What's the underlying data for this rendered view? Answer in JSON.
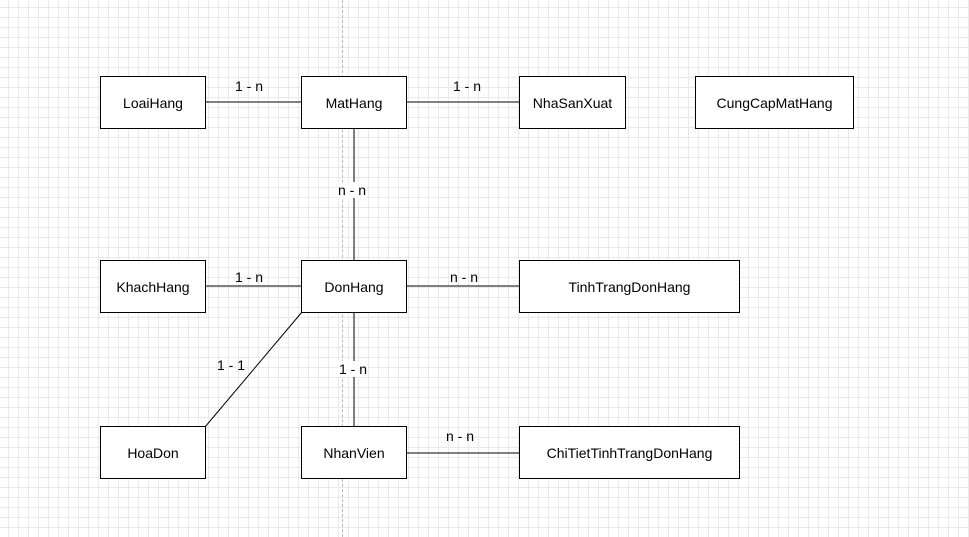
{
  "colors": {
    "stroke": "#000000",
    "fill": "#ffffff",
    "grid": "#e9e9e9"
  },
  "entities": {
    "loaihang": "LoaiHang",
    "mathang": "MatHang",
    "nhasanxuat": "NhaSanXuat",
    "cungcapmathang": "CungCapMatHang",
    "khachhang": "KhachHang",
    "donhang": "DonHang",
    "tinhtrangdonhang": "TinhTrangDonHang",
    "hoadon": "HoaDon",
    "nhanvien": "NhanVien",
    "chitiettinhtrangdonhang": "ChiTietTinhTrangDonHang"
  },
  "relationships": {
    "loaihang_mathang": "1 - n",
    "mathang_nhasanxuat": "1 - n",
    "mathang_donhang": "n - n",
    "khachhang_donhang": "1 - n",
    "donhang_tinhtrangdonhang": "n - n",
    "donhang_hoadon": "1 - 1",
    "donhang_nhanvien": "1 - n",
    "nhanvien_chitiettinhtrangdonhang": "n - n"
  }
}
